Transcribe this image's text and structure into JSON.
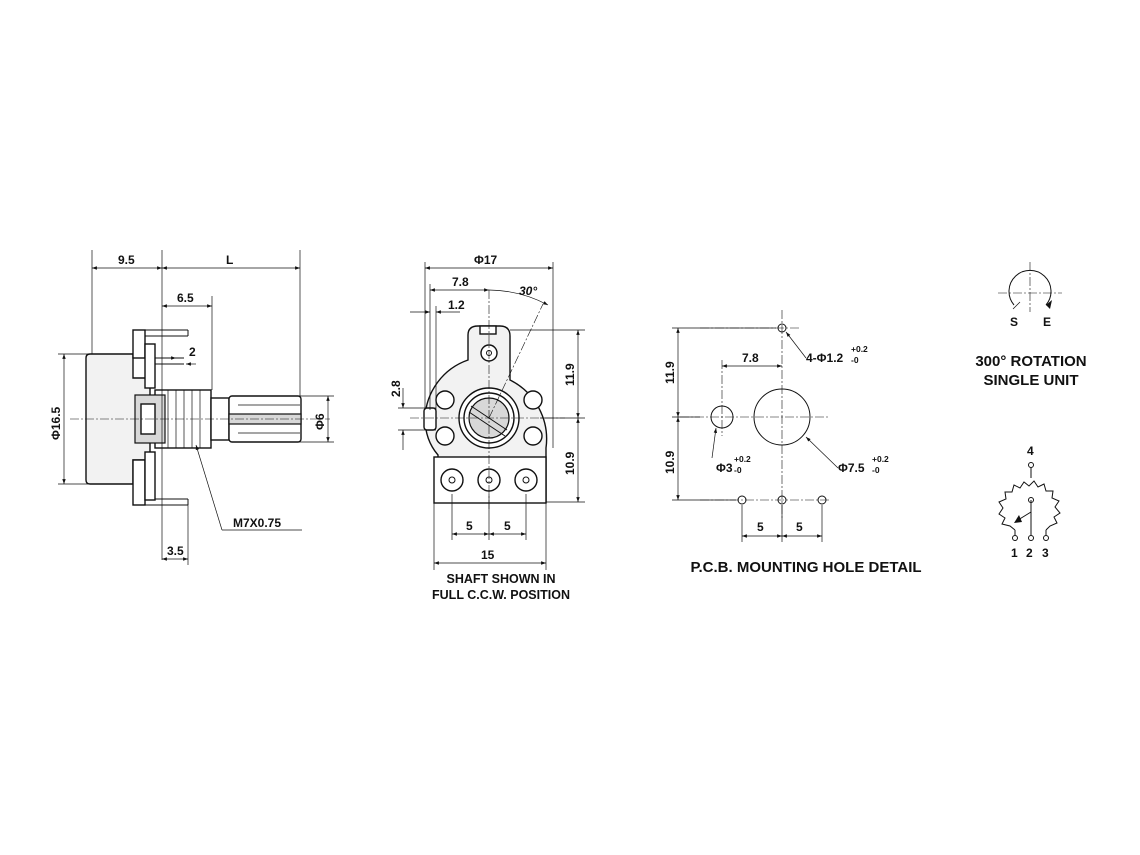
{
  "side_view": {
    "dim_9_5": "9.5",
    "dim_L": "L",
    "dim_6_5": "6.5",
    "dim_2": "2",
    "dim_dia16_5": "Φ16.5",
    "dim_dia6": "Φ6",
    "thread": "M7X0.75",
    "dim_3_5": "3.5"
  },
  "front_view": {
    "dim_dia17": "Φ17",
    "dim_7_8": "7.8",
    "dim_1_2": "1.2",
    "angle_30": "30°",
    "dim_2_8": "2.8",
    "dim_11_9": "11.9",
    "dim_10_9": "10.9",
    "dim_5_left": "5",
    "dim_5_right": "5",
    "dim_15": "15",
    "caption_line1": "SHAFT SHOWN IN",
    "caption_line2": "FULL C.C.W. POSITION"
  },
  "pcb_detail": {
    "dim_11_9": "11.9",
    "dim_10_9": "10.9",
    "dim_7_8": "7.8",
    "holes_4": "4-Φ1.2",
    "holes_4_tol_plus": "+0.2",
    "holes_4_tol_minus": "-0",
    "hole_3": "Φ3",
    "hole_3_tol_plus": "+0.2",
    "hole_3_tol_minus": "-0",
    "hole_7_5": "Φ7.5",
    "hole_7_5_tol_plus": "+0.2",
    "hole_7_5_tol_minus": "-0",
    "dim_5_left": "5",
    "dim_5_right": "5",
    "title": "P.C.B. MOUNTING HOLE DETAIL"
  },
  "rotation": {
    "label_s": "S",
    "label_e": "E",
    "title_line1": "300° ROTATION",
    "title_line2": "SINGLE UNIT"
  },
  "schematic": {
    "pin_4": "4",
    "pin_1": "1",
    "pin_2": "2",
    "pin_3": "3"
  }
}
